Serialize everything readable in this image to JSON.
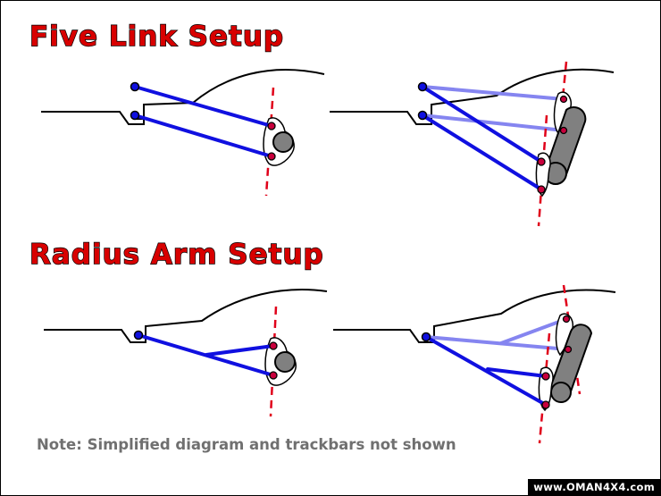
{
  "headings": {
    "five_link": "Five Link Setup",
    "radius_arm": "Radius Arm Setup"
  },
  "note": "Note: Simplified diagram and trackbars not shown",
  "watermark": "www.OMAN4X4.com",
  "colors": {
    "heading": "#d80000",
    "link": "#1010e0",
    "link_background": "#8585f0",
    "axle": "#808080",
    "axle_centerline": "#e0001a"
  }
}
